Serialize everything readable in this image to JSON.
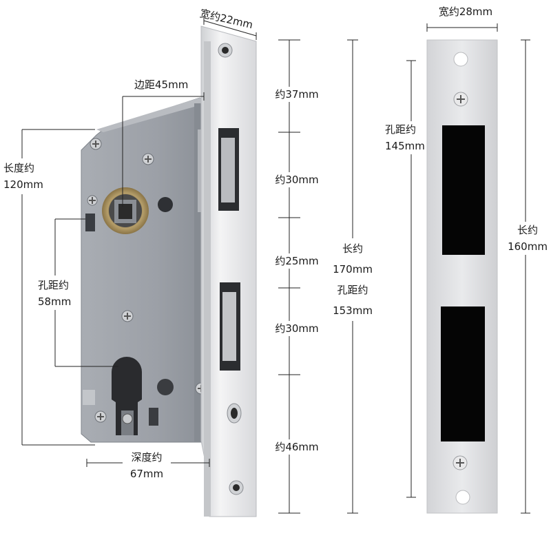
{
  "lock_body": {
    "backset": "边距45mm",
    "length": [
      "长度约",
      "120mm"
    ],
    "hole_spacing": [
      "孔距约",
      "58mm"
    ],
    "depth": [
      "深度约",
      "67mm"
    ]
  },
  "faceplate": {
    "width": "宽约22mm",
    "segments": [
      "约37mm",
      "约30mm",
      "约25mm",
      "约30mm",
      "约46mm"
    ],
    "total": [
      "长约",
      "170mm",
      "孔距约",
      "153mm"
    ]
  },
  "strike_plate": {
    "width": "宽约28mm",
    "hole_spacing": [
      "孔距约",
      "145mm"
    ],
    "length": [
      "长约",
      "160mm"
    ]
  },
  "colors": {
    "lock_body": "#9ea3aa",
    "faceplate": "#e4e5e7",
    "strike_plate": "#dcdde0",
    "cutout": "#050505",
    "dimension_line": "#222222"
  }
}
